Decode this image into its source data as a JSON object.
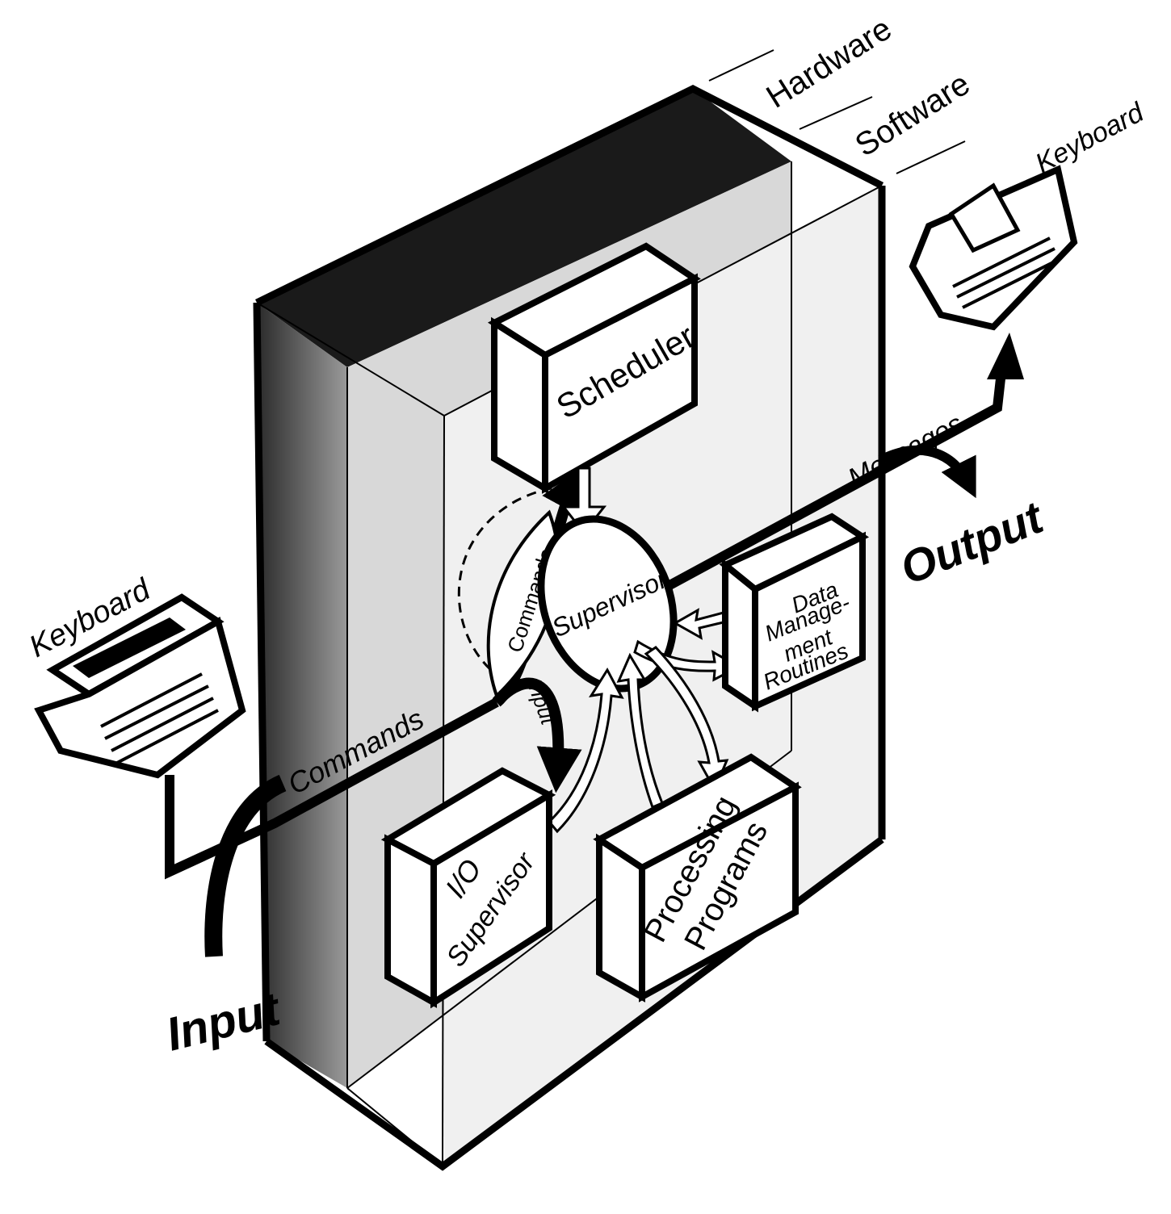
{
  "labels": {
    "hardware": "Hardware",
    "software": "Software",
    "keyboard_left": "Keyboard",
    "keyboard_right": "Keyboard",
    "scheduler": "Scheduler",
    "supervisor": "Supervisor",
    "commands_main": "Commands",
    "commands_loop": "Commands",
    "input_inner": "Input",
    "messages": "Messages",
    "output": "Output",
    "input_outer": "Input",
    "dm_line1": "Data",
    "dm_line2": "Manage-",
    "dm_line3": "ment",
    "dm_line4": "Routines",
    "io_line1": "I/O",
    "io_line2": "Supervisor",
    "pp_line1": "Processing",
    "pp_line2": "Programs"
  },
  "colors": {
    "ink": "#000000",
    "paper": "#ffffff",
    "hardware_shade": "#1c1c1c",
    "hardware_face": "#8a8a8a",
    "software_shade": "#cfcfcf",
    "interior": "#e6e6e6"
  }
}
